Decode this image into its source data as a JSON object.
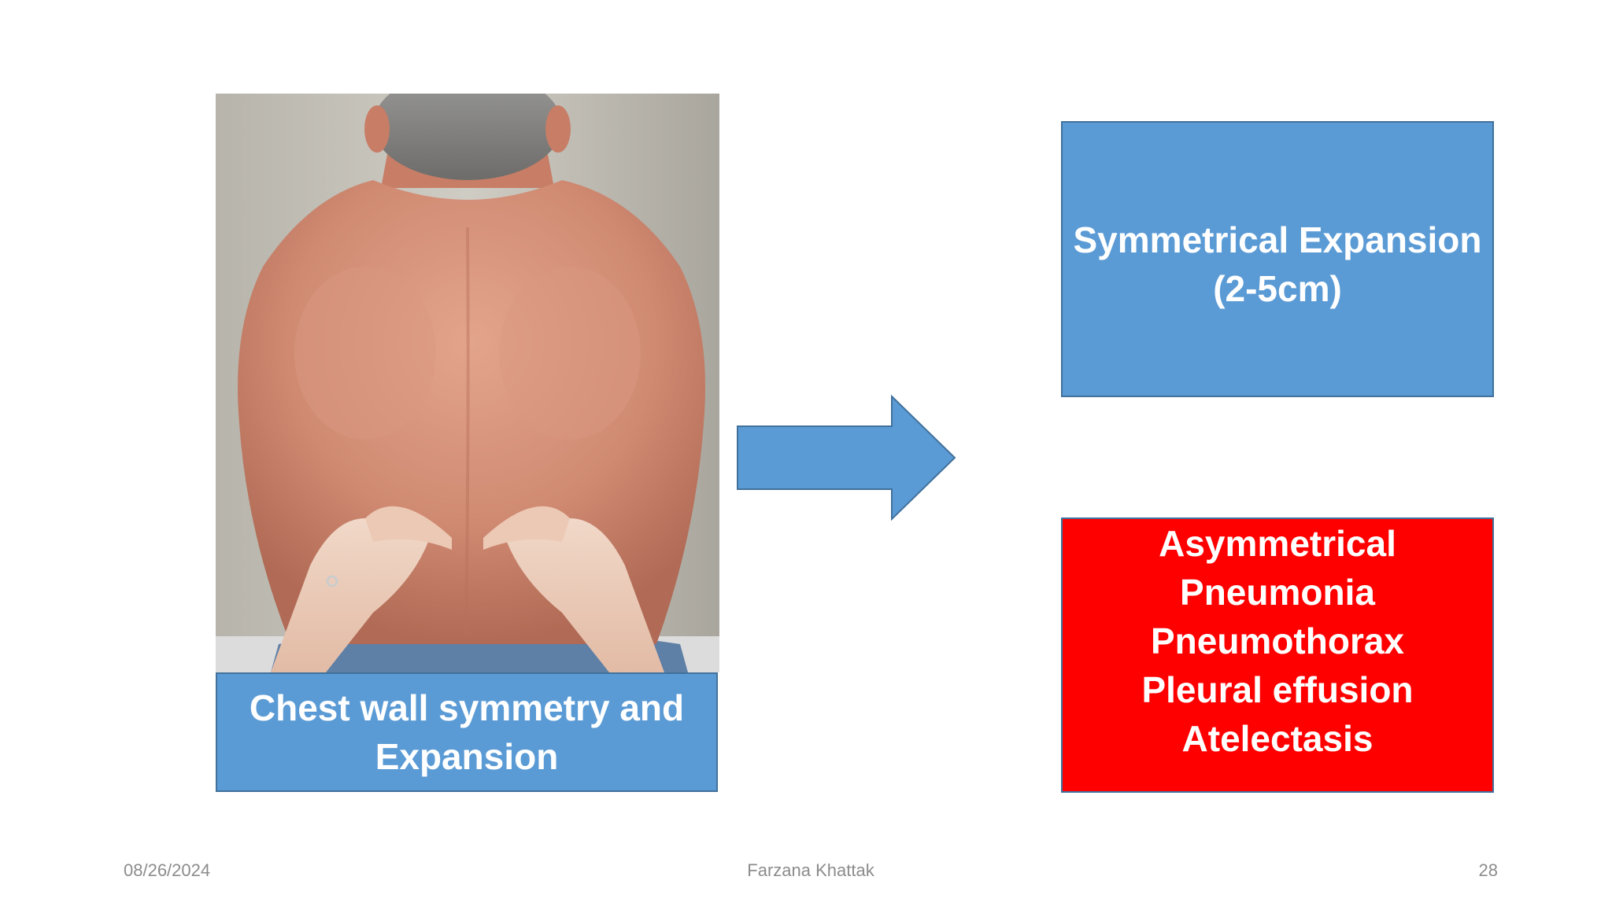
{
  "photo": {
    "caption": "Chest wall symmetry and Expansion"
  },
  "symmetrical_box": {
    "line1": "Symmetrical Expansion",
    "line2": "(2-5cm)"
  },
  "asymmetrical_box": {
    "items": [
      "Asymmetrical",
      "Pneumonia",
      "Pneumothorax",
      "Pleural effusion",
      "Atelectasis"
    ]
  },
  "footer": {
    "date": "08/26/2024",
    "author": "Farzana Khattak",
    "page": "28"
  },
  "colors": {
    "blue_box": "#5b9bd5",
    "blue_border": "#41719c",
    "red_box": "#ff0000",
    "footer_text": "#8c8c8c"
  }
}
